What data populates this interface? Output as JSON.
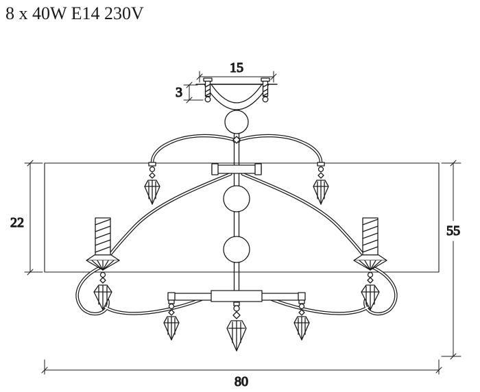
{
  "title": "8 x 40W E14 230V",
  "dimensions": {
    "canopy_width": "15",
    "canopy_height": "3",
    "shade_height": "22",
    "fixture_height": "55",
    "fixture_width": "80"
  },
  "colors": {
    "ink": "#1a1a1a",
    "background": "#ffffff"
  }
}
